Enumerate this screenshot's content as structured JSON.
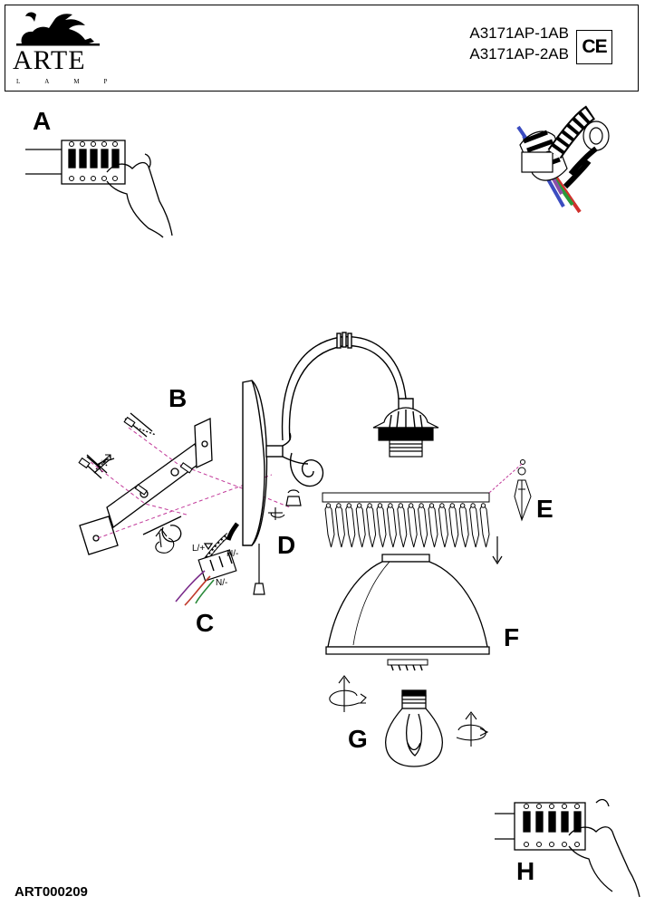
{
  "brand": {
    "name": "ARTE",
    "sub": "LAMP"
  },
  "models": [
    "A3171AP-1AB",
    "A3171AP-2AB"
  ],
  "ce_mark": "CE",
  "steps": {
    "a": "A",
    "b": "B",
    "c": "C",
    "d": "D",
    "e": "E",
    "f": "F",
    "g": "G",
    "h": "H"
  },
  "wire_labels": {
    "live": "L/+",
    "neutral_top": "N/-",
    "neutral_bottom": "N/-"
  },
  "document_code": "ART000209"
}
